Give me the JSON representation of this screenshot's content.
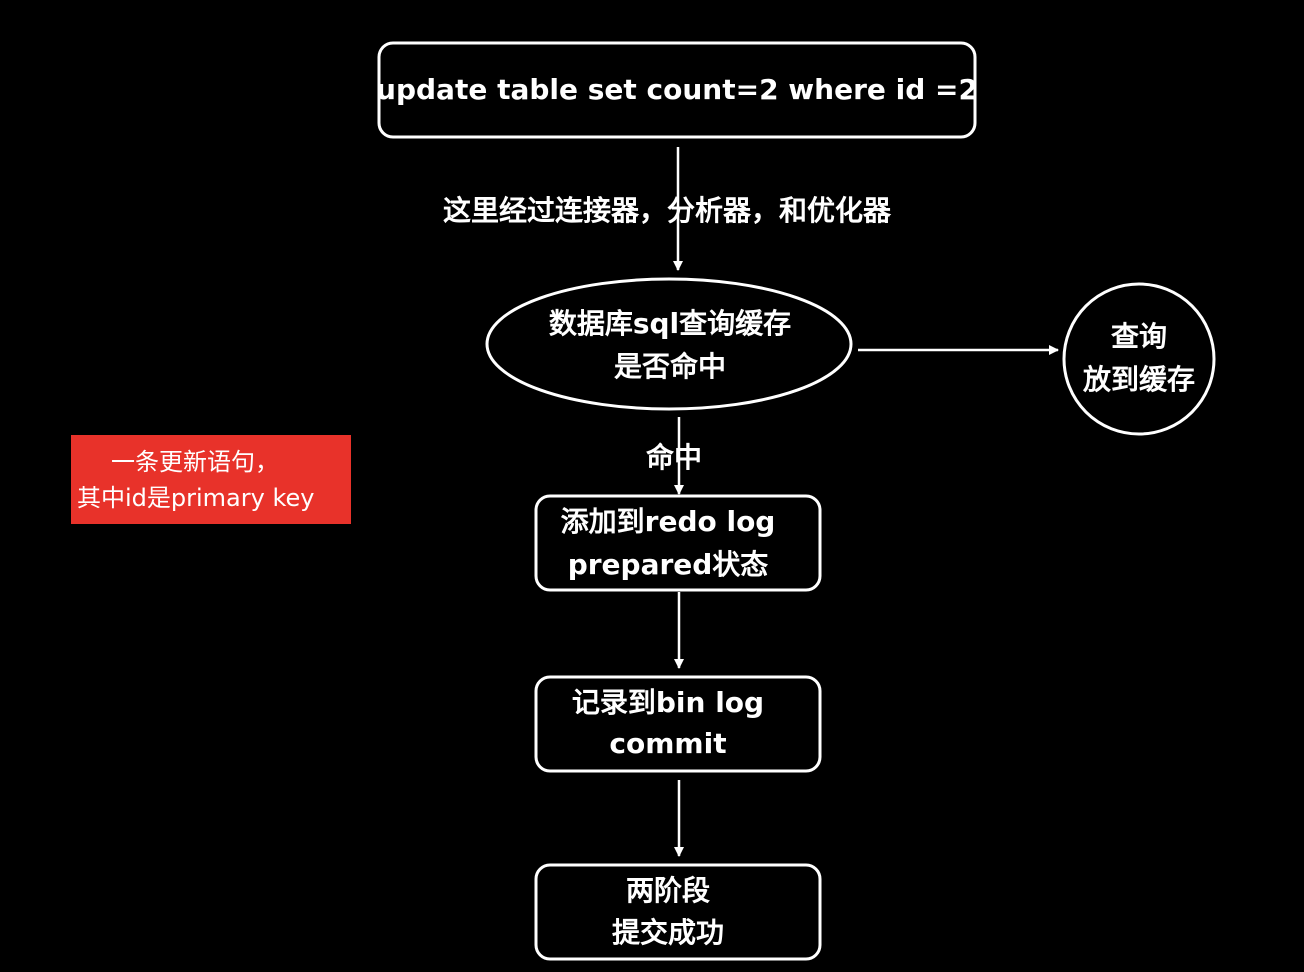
{
  "colors": {
    "background": "#000000",
    "stroke": "#ffffff",
    "text": "#ffffff",
    "note_background": "#e8322a"
  },
  "nodes": {
    "update_statement": {
      "line1": "update table set count=2 where id =2"
    },
    "cache_check": {
      "line1": "数据库sql查询缓存",
      "line2": "是否命中"
    },
    "query_cache": {
      "line1": "查询",
      "line2": "放到缓存"
    },
    "redo_log": {
      "line1": "添加到redo log",
      "line2": "prepared状态"
    },
    "bin_log": {
      "line1": "记录到bin log",
      "line2": "commit"
    },
    "two_phase": {
      "line1": "两阶段",
      "line2": "提交成功"
    }
  },
  "edge_labels": {
    "connector_analyzer_optimizer": "这里经过连接器，分析器，和优化器",
    "hit": "命中"
  },
  "note": {
    "line1": "一条更新语句，",
    "line2": "其中id是primary key"
  }
}
